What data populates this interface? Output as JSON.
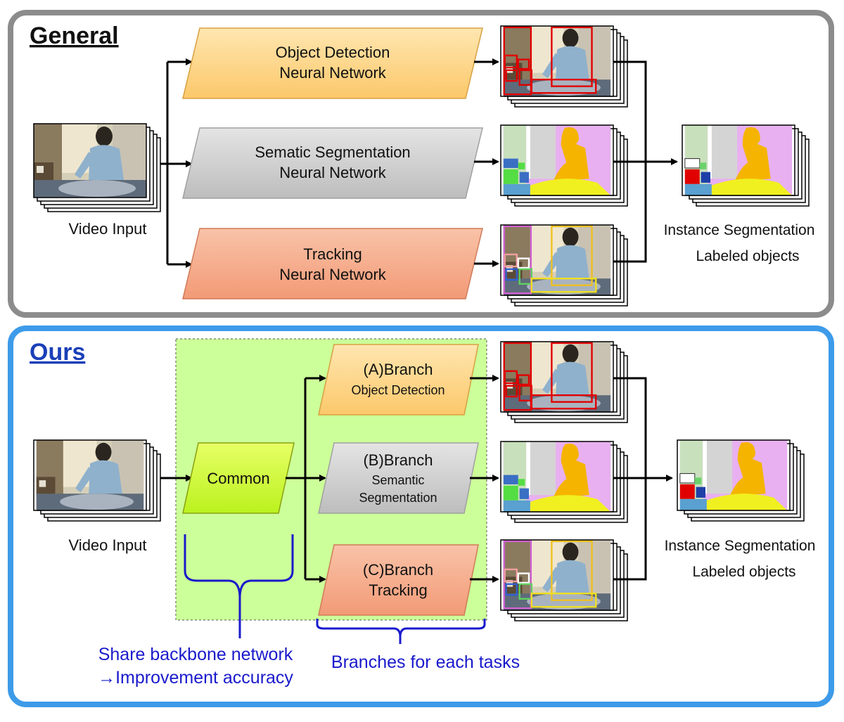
{
  "general": {
    "title": "General",
    "video_input": "Video Input",
    "boxes": {
      "object_detection": [
        "Object Detection",
        "Neural Network"
      ],
      "semantic_segmentation": [
        "Sematic Segmentation",
        "Neural Network"
      ],
      "tracking": [
        "Tracking",
        "Neural Network"
      ]
    },
    "output_labels": [
      "Instance Segmentation",
      "Labeled objects"
    ]
  },
  "ours": {
    "title": "Ours",
    "video_input": "Video Input",
    "common": "Common",
    "branches": {
      "a": [
        "(A)Branch",
        "Object Detection"
      ],
      "b": [
        "(B)Branch",
        "Semantic",
        "Segmentation"
      ],
      "c": [
        "(C)Branch",
        "Tracking"
      ]
    },
    "output_labels": [
      "Instance Segmentation",
      "Labeled objects"
    ],
    "annotations": {
      "share": [
        "Share backbone network",
        "→Improvement accuracy"
      ],
      "branches": "Branches for each tasks"
    }
  },
  "colors": {
    "general_border": "#8c8c8c",
    "ours_border": "#3d9be9",
    "orange": "#fdd585",
    "gray": "#d0d0d0",
    "salmon": "#f5a888",
    "lime": "#ccff33",
    "green_area": "#ccff99",
    "annotation_blue": "#1a1acc",
    "title_blue": "#1a3fb8"
  }
}
